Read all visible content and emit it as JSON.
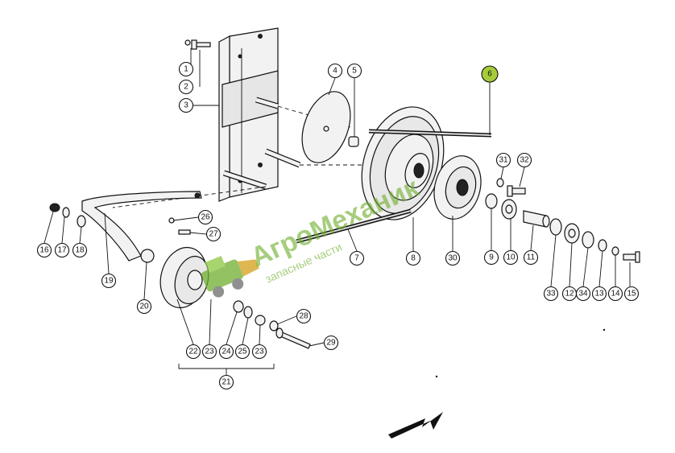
{
  "callouts": [
    "1",
    "2",
    "3",
    "4",
    "5",
    "6",
    "7",
    "8",
    "9",
    "10",
    "11",
    "12",
    "13",
    "14",
    "15",
    "16",
    "17",
    "18",
    "19",
    "20",
    "21",
    "22",
    "23",
    "24",
    "25",
    "23",
    "26",
    "27",
    "28",
    "29",
    "30",
    "31",
    "32",
    "33",
    "34"
  ],
  "highlight_color": "#a6cc3a",
  "watermark": {
    "title": "АгроМеханик",
    "subtitle": "запасные части",
    "logo": "harvester-logo",
    "color": "#6fae2e"
  },
  "arrow_icon": "direction-arrow"
}
